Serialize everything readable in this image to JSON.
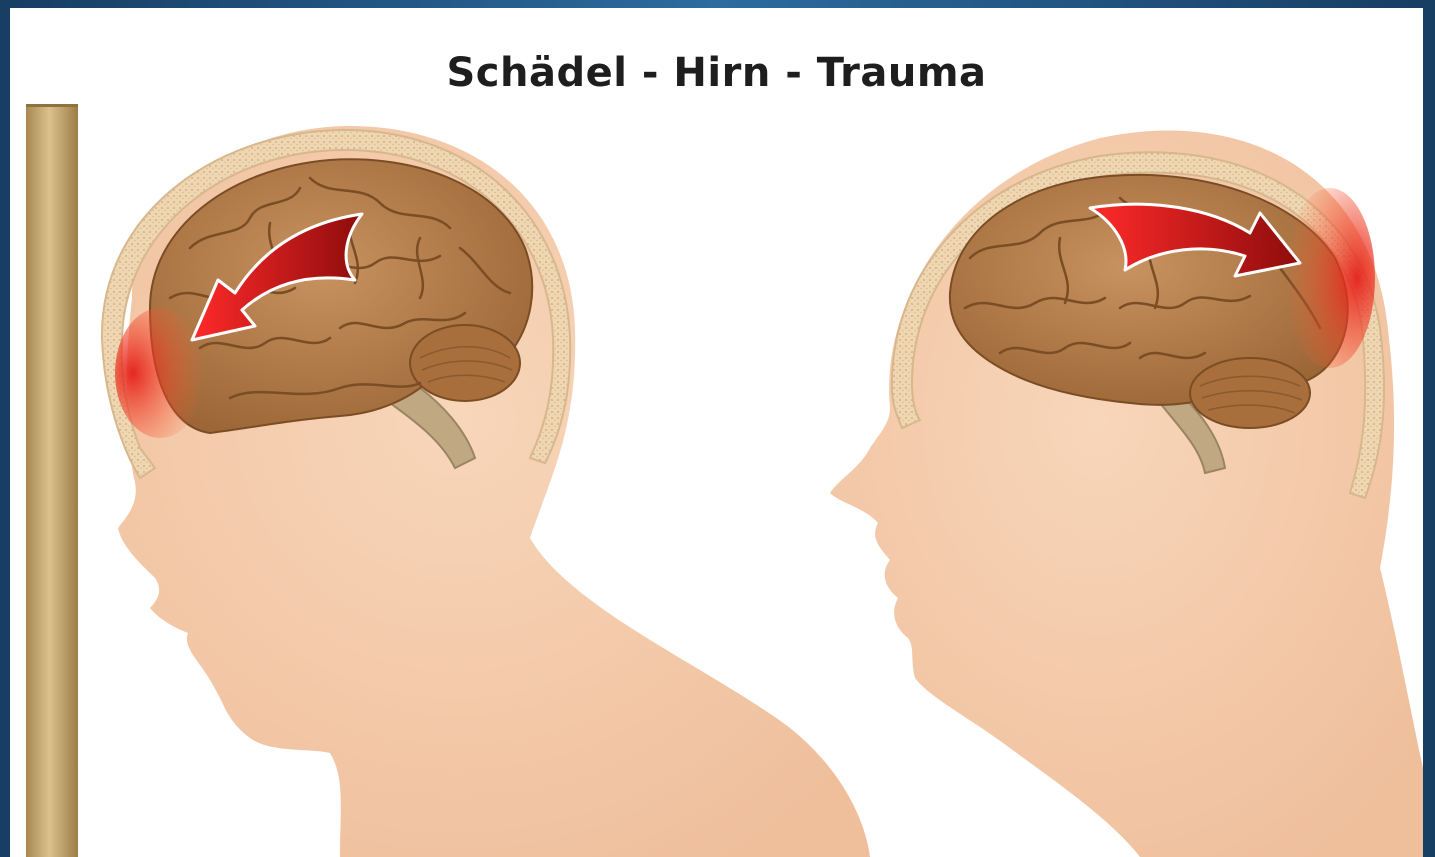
{
  "title": "Schädel - Hirn - Trauma",
  "colors": {
    "frame": "#1f4f7d",
    "skin": "#f4c9a8",
    "skull": "#e9c9a2",
    "brain": "#b47a45",
    "impact_red": "#e0281c",
    "wall": "#c4a570"
  },
  "figures": [
    {
      "name": "left-head",
      "impact_side": "front",
      "arrow_direction": "toward-front"
    },
    {
      "name": "right-head",
      "impact_side": "back",
      "arrow_direction": "toward-back"
    }
  ]
}
